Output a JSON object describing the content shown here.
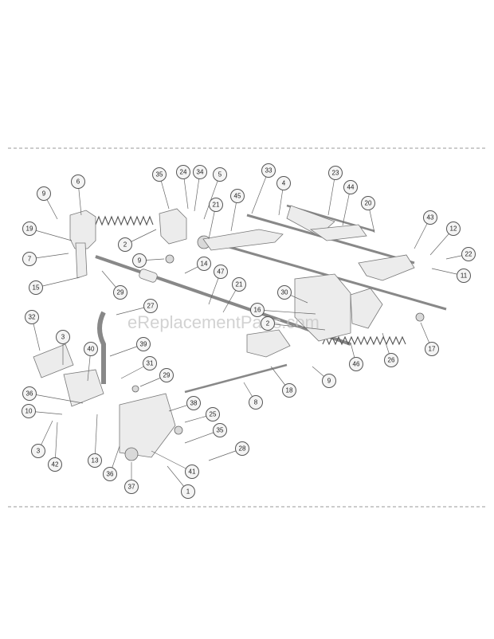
{
  "watermark": "eReplacementParts.com",
  "callouts": [
    {
      "label": "9"
    },
    {
      "label": "6"
    },
    {
      "label": "35"
    },
    {
      "label": "24"
    },
    {
      "label": "34"
    },
    {
      "label": "5"
    },
    {
      "label": "33"
    },
    {
      "label": "23"
    },
    {
      "label": "44"
    },
    {
      "label": "45"
    },
    {
      "label": "4"
    },
    {
      "label": "20"
    },
    {
      "label": "21"
    },
    {
      "label": "19"
    },
    {
      "label": "2"
    },
    {
      "label": "43"
    },
    {
      "label": "12"
    },
    {
      "label": "7"
    },
    {
      "label": "9"
    },
    {
      "label": "14"
    },
    {
      "label": "22"
    },
    {
      "label": "11"
    },
    {
      "label": "15"
    },
    {
      "label": "29"
    },
    {
      "label": "47"
    },
    {
      "label": "21"
    },
    {
      "label": "30"
    },
    {
      "label": "27"
    },
    {
      "label": "16"
    },
    {
      "label": "32"
    },
    {
      "label": "2"
    },
    {
      "label": "3"
    },
    {
      "label": "39"
    },
    {
      "label": "17"
    },
    {
      "label": "40"
    },
    {
      "label": "46"
    },
    {
      "label": "26"
    },
    {
      "label": "31"
    },
    {
      "label": "9"
    },
    {
      "label": "29"
    },
    {
      "label": "18"
    },
    {
      "label": "36"
    },
    {
      "label": "8"
    },
    {
      "label": "10"
    },
    {
      "label": "38"
    },
    {
      "label": "25"
    },
    {
      "label": "35"
    },
    {
      "label": "3"
    },
    {
      "label": "28"
    },
    {
      "label": "42"
    },
    {
      "label": "13"
    },
    {
      "label": "36"
    },
    {
      "label": "41"
    },
    {
      "label": "37"
    },
    {
      "label": "1"
    }
  ]
}
